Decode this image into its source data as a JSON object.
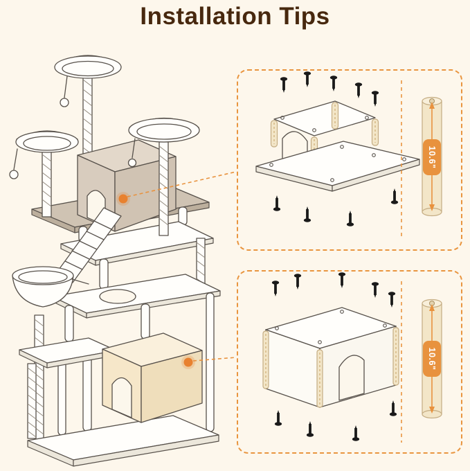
{
  "title": "Installation Tips",
  "colors": {
    "background": "#FDF7EC",
    "title_text": "#47280E",
    "accent_orange": "#E8923E",
    "highlight_dot": "#E8812F",
    "upper_condo": "#D8CCBE",
    "lower_condo": "#F6E7C9",
    "wood_post": "#F3E6C8",
    "screw": "#1A1A1A"
  },
  "panels": {
    "top": {
      "measurement": "10.6\""
    },
    "bottom": {
      "measurement": "10.6\""
    }
  }
}
